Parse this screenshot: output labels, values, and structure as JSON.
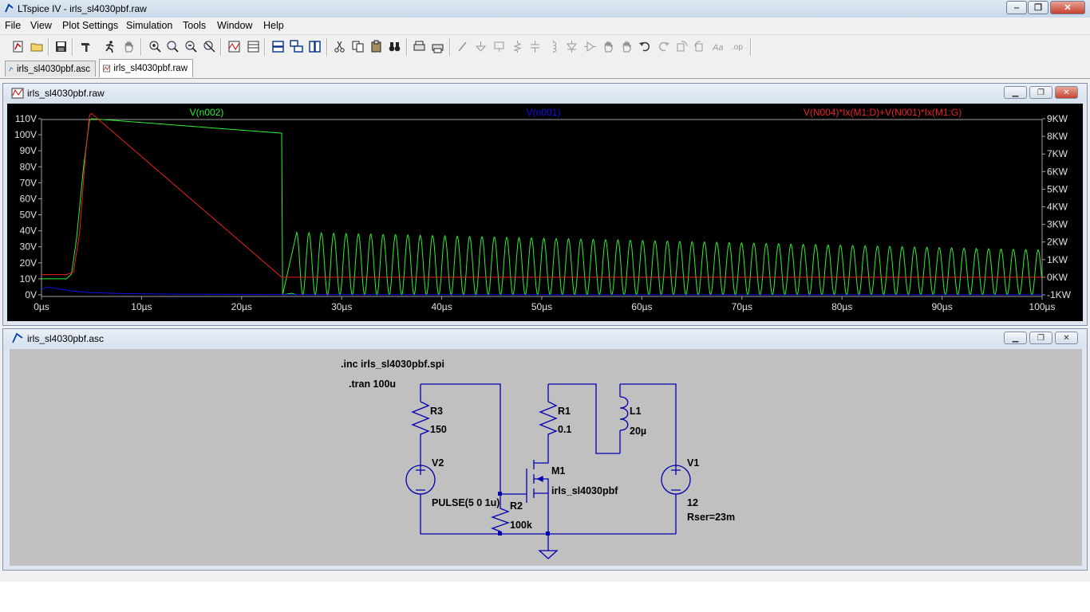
{
  "window": {
    "title": "LTspice IV - irls_sl4030pbf.raw"
  },
  "menu": [
    "File",
    "View",
    "Plot Settings",
    "Simulation",
    "Tools",
    "Window",
    "Help"
  ],
  "tabs": [
    {
      "label": "irls_sl4030pbf.asc"
    },
    {
      "label": "irls_sl4030pbf.raw"
    }
  ],
  "plot_window": {
    "title": "irls_sl4030pbf.raw"
  },
  "schematic_window": {
    "title": "irls_sl4030pbf.asc"
  },
  "colors": {
    "plot_bg": "#000000",
    "trace_green": "#2ef02e",
    "trace_blue": "#1010f0",
    "trace_red": "#f02020",
    "schematic_bg": "#c0c0c0",
    "wire": "#0000b0"
  },
  "chart_data": {
    "type": "line",
    "series": [
      {
        "name": "V(n002)",
        "color": "#2ef02e",
        "axis": "left",
        "unit": "V",
        "description_points": [
          [
            0,
            10
          ],
          [
            2.5,
            10
          ],
          [
            3,
            13
          ],
          [
            3.5,
            35
          ],
          [
            4.2,
            80
          ],
          [
            4.8,
            109
          ],
          [
            5,
            110
          ],
          [
            24,
            101
          ],
          [
            24.1,
            0
          ]
        ],
        "oscillation": {
          "start": 25.5,
          "end": 100,
          "period": 1.235,
          "peak_start": 39,
          "peak_end": 28,
          "min": 0
        }
      },
      {
        "name": "V(n001)",
        "color": "#1010f0",
        "axis": "left",
        "unit": "V",
        "points": [
          [
            0,
            3
          ],
          [
            0.5,
            5
          ],
          [
            1.5,
            4
          ],
          [
            3,
            2.5
          ],
          [
            4.5,
            1.5
          ],
          [
            8,
            0.8
          ],
          [
            14,
            0.4
          ],
          [
            24,
            0.2
          ],
          [
            40,
            0.1
          ],
          [
            100,
            0.05
          ]
        ]
      },
      {
        "name": "V(N004)*Ix(M1:D)+V(N001)*Ix(M1:G)",
        "color": "#f02020",
        "axis": "right",
        "unit": "W",
        "points": [
          [
            0,
            0.15
          ],
          [
            2.5,
            0.15
          ],
          [
            3.2,
            0.3
          ],
          [
            3.8,
            2.5
          ],
          [
            4.4,
            7
          ],
          [
            4.8,
            9.2
          ],
          [
            5,
            9.3
          ],
          [
            24,
            0
          ],
          [
            100,
            0
          ]
        ]
      }
    ],
    "x": {
      "label": "",
      "ticks": [
        "0µs",
        "10µs",
        "20µs",
        "30µs",
        "40µs",
        "50µs",
        "60µs",
        "70µs",
        "80µs",
        "90µs",
        "100µs"
      ],
      "range": [
        0,
        100
      ]
    },
    "y_left": {
      "ticks": [
        "110V",
        "100V",
        "90V",
        "80V",
        "70V",
        "60V",
        "50V",
        "40V",
        "30V",
        "20V",
        "10V",
        "0V"
      ],
      "range": [
        0,
        110
      ]
    },
    "y_right": {
      "ticks": [
        "9KW",
        "8KW",
        "7KW",
        "6KW",
        "5KW",
        "4KW",
        "3KW",
        "2KW",
        "1KW",
        "0KW",
        "-1KW"
      ],
      "range": [
        -1,
        9
      ]
    },
    "grid": false
  },
  "schematic": {
    "directives": [
      ".inc irls_sl4030pbf.spi",
      ".tran 100u"
    ],
    "R3": {
      "name": "R3",
      "value": "150"
    },
    "R1": {
      "name": "R1",
      "value": "0.1"
    },
    "R2": {
      "name": "R2",
      "value": "100k"
    },
    "L1": {
      "name": "L1",
      "value": "20µ"
    },
    "V1": {
      "name": "V1",
      "value": "12",
      "extra": "Rser=23m"
    },
    "V2": {
      "name": "V2",
      "value": "PULSE(5 0 1u)"
    },
    "M1": {
      "name": "M1",
      "model": "irls_sl4030pbf"
    }
  }
}
